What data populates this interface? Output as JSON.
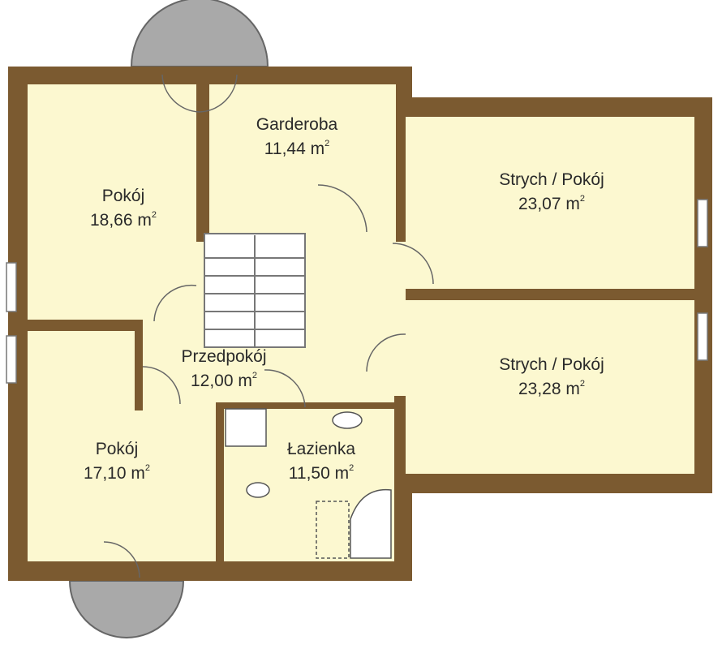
{
  "colors": {
    "wall": "#7b5a30",
    "floor": "#fcf8d0",
    "balcony": "#a9a9a9",
    "line": "#3a3a3a"
  },
  "area_unit": "m",
  "area_exponent": "2",
  "rooms": [
    {
      "name": "Pokój",
      "area": "18,66"
    },
    {
      "name": "Garderoba",
      "area": "11,44"
    },
    {
      "name": "Strych / Pokój",
      "area": "23,07"
    },
    {
      "name": "Strych / Pokój",
      "area": "23,28"
    },
    {
      "name": "Przedpokój",
      "area": "12,00"
    },
    {
      "name": "Pokój",
      "area": "17,10"
    },
    {
      "name": "Łazienka",
      "area": "11,50"
    }
  ]
}
